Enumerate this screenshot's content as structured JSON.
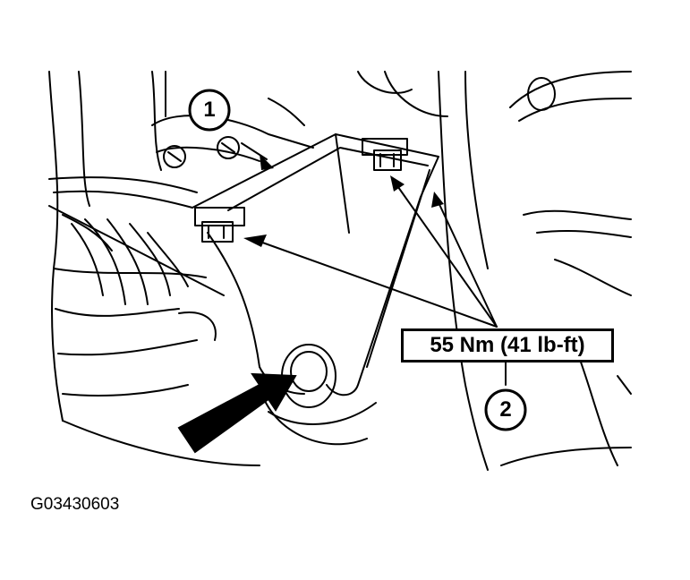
{
  "figure": {
    "id_text": "G03430603"
  },
  "callouts": [
    {
      "number": "1"
    },
    {
      "number": "2"
    }
  ],
  "torque_label": "55 Nm (41 lb-ft)"
}
